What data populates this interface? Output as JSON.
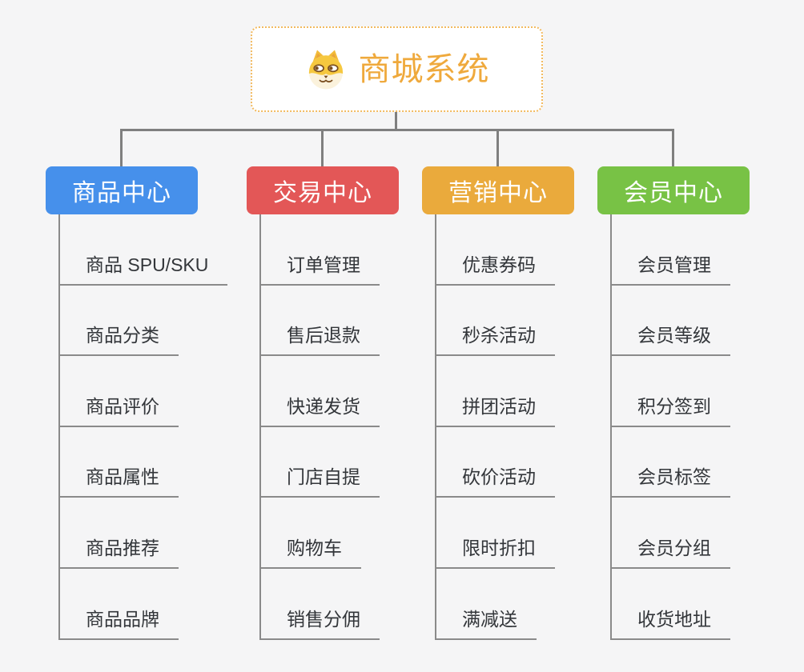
{
  "root": {
    "title": "商城系统",
    "icon": "dog-face-icon",
    "title_color": "#EFA93C",
    "border_color": "#F2BA5F"
  },
  "branches": [
    {
      "label": "商品中心",
      "color": "#4690EB",
      "items": [
        "商品 SPU/SKU",
        "商品分类",
        "商品评价",
        "商品属性",
        "商品推荐",
        "商品品牌"
      ]
    },
    {
      "label": "交易中心",
      "color": "#E35757",
      "items": [
        "订单管理",
        "售后退款",
        "快递发货",
        "门店自提",
        "购物车",
        "销售分佣"
      ]
    },
    {
      "label": "营销中心",
      "color": "#EAAA3C",
      "items": [
        "优惠券码",
        "秒杀活动",
        "拼团活动",
        "砍价活动",
        "限时折扣",
        "满减送"
      ]
    },
    {
      "label": "会员中心",
      "color": "#78C245",
      "items": [
        "会员管理",
        "会员等级",
        "积分签到",
        "会员标签",
        "会员分组",
        "收货地址"
      ]
    }
  ],
  "connector_color": "#7F7F7F"
}
